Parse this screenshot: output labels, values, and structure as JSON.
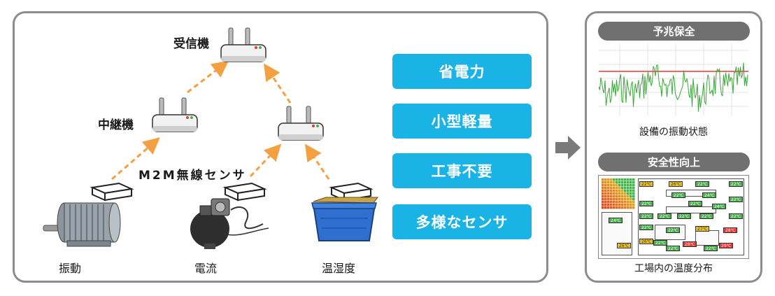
{
  "diagram": {
    "receiver_label": "受信機",
    "relay_label": "中継機",
    "network_label": "M2M無線センサ",
    "sensors": [
      {
        "id": "vibration",
        "label": "振動"
      },
      {
        "id": "current",
        "label": "電流"
      },
      {
        "id": "temperature",
        "label": "温湿度"
      }
    ],
    "features": [
      "省電力",
      "小型軽量",
      "工事不要",
      "多様なセンサ"
    ]
  },
  "benefits": {
    "predictive": {
      "title": "予兆保全",
      "caption": "設備の振動状態"
    },
    "safety": {
      "title": "安全性向上",
      "caption": "工場内の温度分布"
    }
  },
  "floor_tags": {
    "t1": "22℃",
    "t2": "26℃",
    "t3": "22℃",
    "t4": "22℃",
    "t5": "22℃",
    "t6": "24℃",
    "t7": "22℃",
    "t8": "22℃",
    "t9": "22℃",
    "t10": "24℃",
    "t11": "22℃",
    "t12": "22℃",
    "t13": "22℃",
    "t14": "22℃",
    "t15": "22℃",
    "t16": "22℃",
    "t17": "22℃",
    "t18": "27℃",
    "t19": "28℃",
    "t20": "24℃",
    "t21": "26℃",
    "t22": "26℃",
    "t23": "28℃",
    "t24": "29℃",
    "t25": "22℃",
    "t26": "22℃",
    "t27": "22℃"
  },
  "colors": {
    "feature_bg": "#1ab3e6",
    "pill_bg": "#707070",
    "arrow": "#f5a040",
    "signal": "#4caf50",
    "threshold": "#e53935"
  }
}
